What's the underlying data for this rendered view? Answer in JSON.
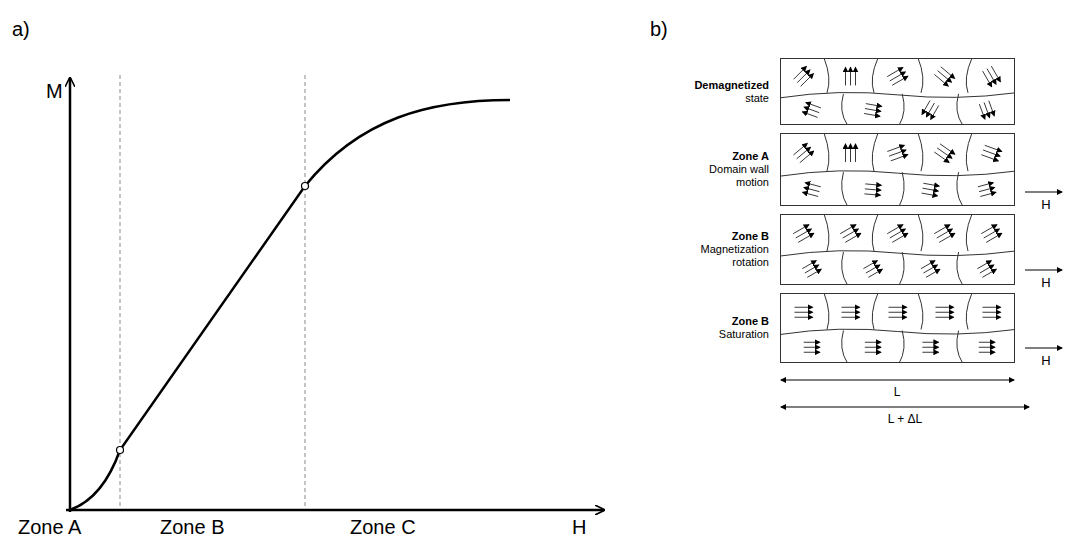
{
  "diagram": {
    "nodes": [
      {
        "text": [
          "Demagnetized state"
        ]
      },
      {
        "text": [
          "Zone A",
          "Domain wall motion"
        ]
      },
      {
        "text": [
          "Zone B",
          "Magnetization rotation"
        ]
      },
      {
        "text": [
          "Zone B",
          "Saturation"
        ]
      }
    ],
    "labels": [
      "a)",
      "b)",
      "M",
      "H",
      "Zone A",
      "Zone B",
      "Zone C",
      "H",
      "H",
      "H",
      "L",
      "L + ΔL"
    ]
  }
}
